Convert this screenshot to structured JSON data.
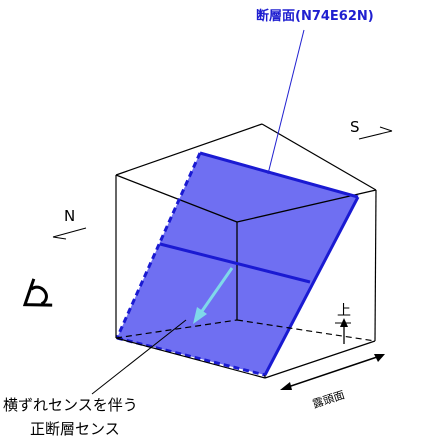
{
  "labels": {
    "fault_plane": "断層面(N74E62N)",
    "south": "S",
    "north": "N",
    "up": "上",
    "outcrop_face": "露頭面",
    "movement_line1": "横ずれセンスを伴う",
    "movement_line2": "正断層センス"
  },
  "colors": {
    "plane_fill": "#6f6ff2",
    "plane_edge": "#1a1ad2",
    "arrow": "#7fd8ea",
    "leader": "#2020d0",
    "label_fault": "#1f1fd0",
    "box_lines": "#000000"
  },
  "icons": [
    "eye-icon",
    "north-arrow",
    "south-arrow",
    "up-arrow",
    "slip-arrow",
    "outcrop-width-arrow"
  ]
}
